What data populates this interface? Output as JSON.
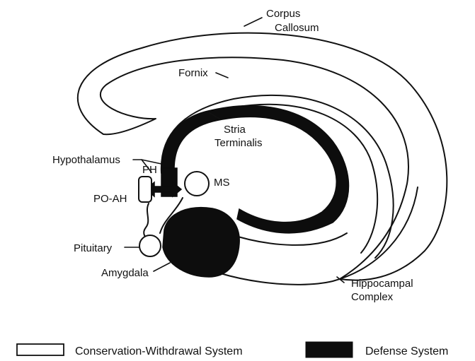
{
  "labels": {
    "corpus_callosum_1": "Corpus",
    "corpus_callosum_2": "Callosum",
    "fornix": "Fornix",
    "stria_1": "Stria",
    "stria_2": "Terminalis",
    "hypothalamus": "Hypothalamus",
    "ph": "PH",
    "ms": "MS",
    "po_ah": "PO-AH",
    "pituitary": "Pituitary",
    "amygdala": "Amygdala",
    "hippocampal_1": "Hippocampal",
    "hippocampal_2": "Complex"
  },
  "legend": {
    "conservation": "Conservation-Withdrawal System",
    "defense": "Defense System"
  },
  "colors": {
    "defense_fill": "#0d0d0d",
    "conservation_fill": "#ffffff",
    "stroke": "#111111"
  }
}
